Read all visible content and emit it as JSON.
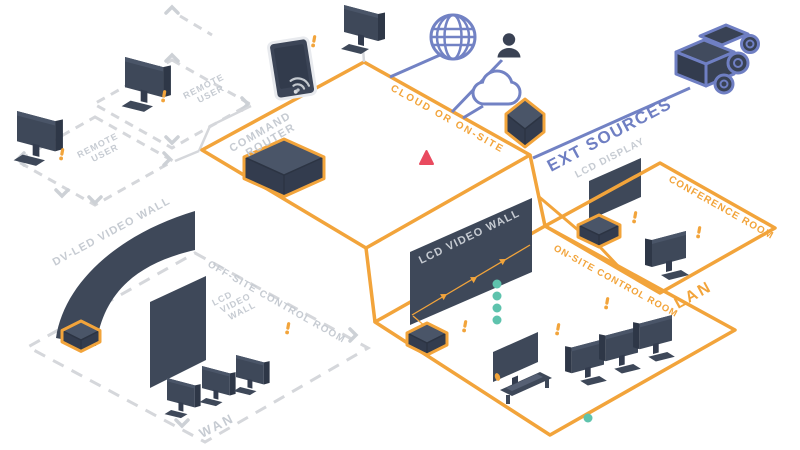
{
  "diagram": {
    "labels": {
      "remote_user": {
        "line1": "REMOTE",
        "line2": "USER"
      },
      "command_router": {
        "line1": "COMMAND",
        "line2": "ROUTER"
      },
      "cloud_or_on_site": "CLOUD OR ON-SITE",
      "ext_sources": "EXT SOURCES",
      "lcd_display": "LCD DISPLAY",
      "conference_room": "CONFERENCE ROOM",
      "lan": "LAN",
      "lcd_video_wall": "LCD VIDEO WALL",
      "on_site_control_room": "ON-SITE CONTROL ROOM",
      "dv_led_video_wall": "DV-LED VIDEO WALL",
      "off_site_control_room": "OFF-SITE CONTROL ROOM",
      "lcd_video_wall_stack": {
        "line1": "LCD",
        "line2": "VIDEO",
        "line3": "WALL"
      },
      "wan": "WAN"
    },
    "colors": {
      "orange": "#F2A43B",
      "periwinkle_blue": "#7282C4",
      "blue_text": "#6F7FC3",
      "slate": "#3E4859",
      "slate_dark": "#333C4E",
      "slate_top": "#4A5568",
      "gray_line": "#D5D7DB",
      "gray_text": "#C6CBD2",
      "teal": "#5EC3AD",
      "red": "#E94B5F",
      "white": "#FFFFFF"
    },
    "icons": {
      "globe-icon": "wireframe globe",
      "user-icon": "person silhouette in white circle",
      "cloud-icon": "cloud outline",
      "camera-cluster-icon": "stacked camera/source devices",
      "tablet-icon": "tablet with home button",
      "wifi-icon": "wireless arcs",
      "monitor-icon": "isometric monitor on stand",
      "router-device-icon": "orange-outlined isometric box",
      "decoder-device-icon": "orange-outlined isometric box",
      "video-wall-icon": "dark isometric wall panel",
      "keyboard-icon": "isometric keyboard",
      "alert-icon": "orange exclamation mark",
      "chevron-icon": "gray direction arrow",
      "status-dot-icon": "teal dot",
      "marker-icon": "red triangle"
    }
  }
}
